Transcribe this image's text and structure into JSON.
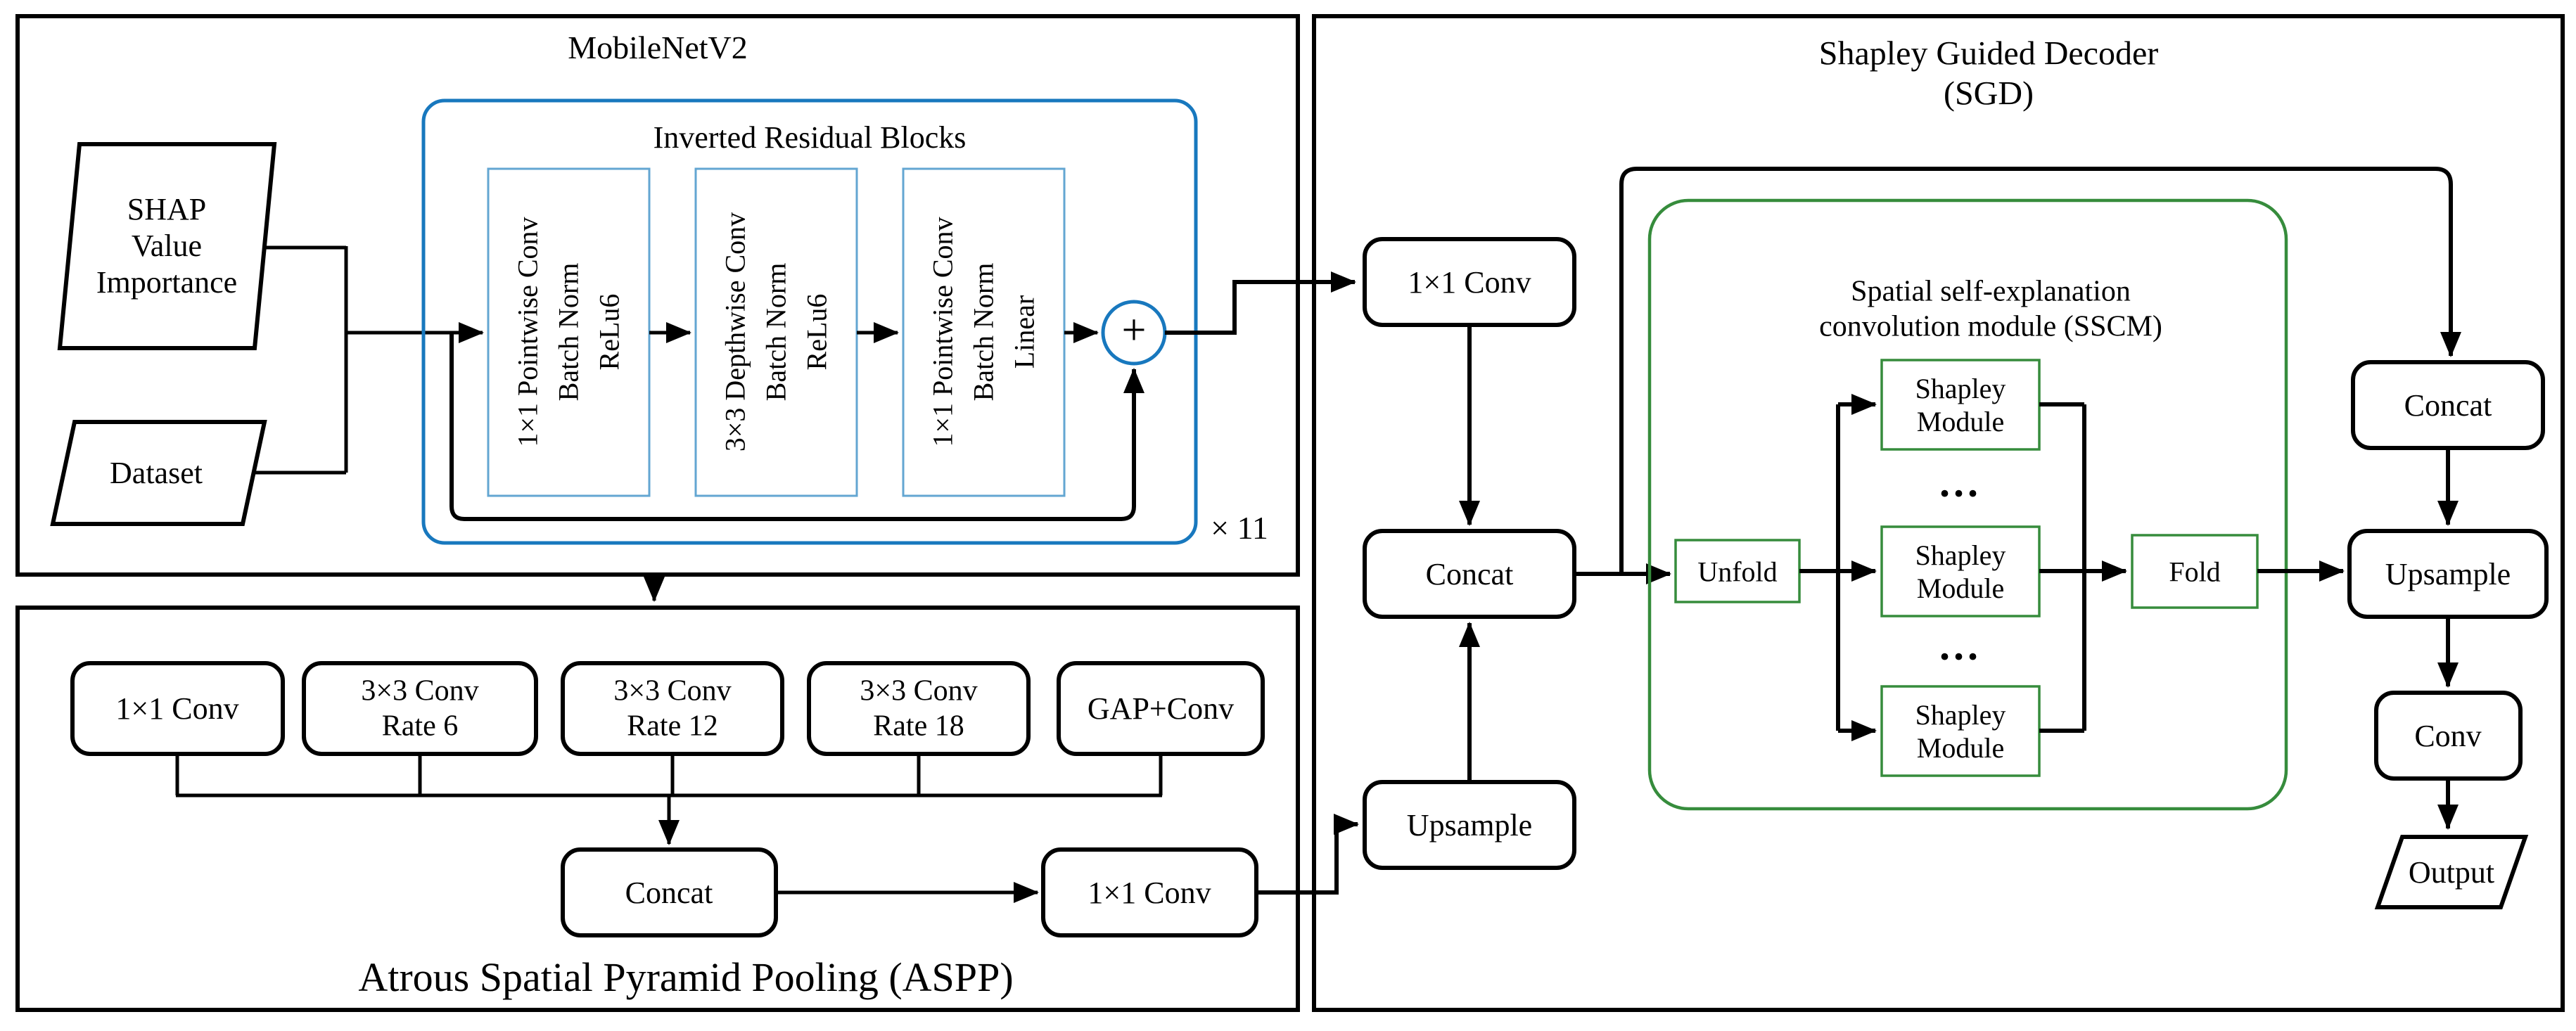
{
  "colors": {
    "blue": "#1878be",
    "light_blue": "#63a6d2",
    "green": "#368c3c",
    "black": "#000000"
  },
  "mobilenet": {
    "title": "MobileNetV2",
    "inputs": {
      "shap": {
        "lines": [
          "SHAP",
          "Value",
          "Importance"
        ]
      },
      "dataset": {
        "label": "Dataset"
      }
    },
    "irb": {
      "title": "Inverted Residual Blocks",
      "blocks": [
        {
          "lines": [
            "1×1 Pointwise Conv",
            "Batch Norm",
            "ReLu6"
          ]
        },
        {
          "lines": [
            "3×3 Depthwise Conv",
            "Batch Norm",
            "ReLu6"
          ]
        },
        {
          "lines": [
            "1×1 Pointwise Conv",
            "Batch Norm",
            "Linear"
          ]
        }
      ],
      "plus": "+",
      "repeat": "× 11"
    }
  },
  "aspp": {
    "title": "Atrous Spatial Pyramid Pooling (ASPP)",
    "branches": [
      {
        "lines": [
          "1×1 Conv"
        ]
      },
      {
        "lines": [
          "3×3 Conv",
          "Rate 6"
        ]
      },
      {
        "lines": [
          "3×3 Conv",
          "Rate 12"
        ]
      },
      {
        "lines": [
          "3×3 Conv",
          "Rate 18"
        ]
      },
      {
        "lines": [
          "GAP+Conv"
        ]
      }
    ],
    "concat": "Concat",
    "out_conv": "1×1 Conv"
  },
  "decoder": {
    "title_lines": [
      "Shapley Guided Decoder",
      "(SGD)"
    ],
    "conv_in": "1×1 Conv",
    "concat_low": "Concat",
    "upsample_in": "Upsample",
    "sscm": {
      "title_lines": [
        "Spatial self-explanation",
        "convolution module (SSCM)"
      ],
      "unfold": "Unfold",
      "module_lines": [
        "Shapley",
        "Module"
      ],
      "ellipsis": "...",
      "fold": "Fold"
    },
    "concat_high": "Concat",
    "upsample_out": "Upsample",
    "conv_out": "Conv",
    "output": "Output"
  }
}
